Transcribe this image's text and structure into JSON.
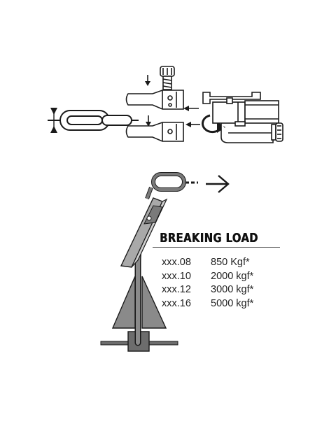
{
  "breaking_load": {
    "title": "BREAKING LOAD",
    "rows": [
      {
        "model": "xxx.08",
        "load": "850 Kgf*"
      },
      {
        "model": "xxx.10",
        "load": "2000 kgf*"
      },
      {
        "model": "xxx.12",
        "load": "3000 kgf*"
      },
      {
        "model": "xxx.16",
        "load": "5000 kgf*"
      }
    ]
  },
  "colors": {
    "line": "#1a1a1a",
    "anchor_fill": "#8a8a8a",
    "chain_link": "#7a7a7a",
    "connector_fill": "#a9a9a9"
  }
}
